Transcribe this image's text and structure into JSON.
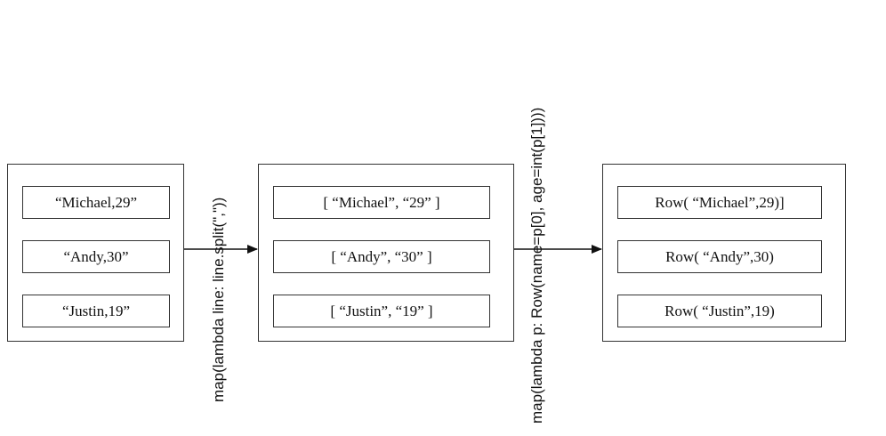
{
  "stages": [
    {
      "records": [
        "“Michael,29”",
        "“Andy,30”",
        "“Justin,19”"
      ]
    },
    {
      "records": [
        "[ “Michael”, “29” ]",
        "[ “Andy”, “30” ]",
        "[ “Justin”, “19” ]"
      ]
    },
    {
      "records": [
        "Row( “Michael”,29)]",
        "Row( “Andy”,30)",
        "Row( “Justin”,19)"
      ]
    }
  ],
  "transforms": [
    {
      "label": "map(lambda line: line.split(\",\"))"
    },
    {
      "label": "map(lambda p: Row(name=p[0], age=int(p[1])))"
    }
  ],
  "colors": {
    "stroke": "#333333",
    "text": "#111111",
    "background": "#ffffff"
  }
}
